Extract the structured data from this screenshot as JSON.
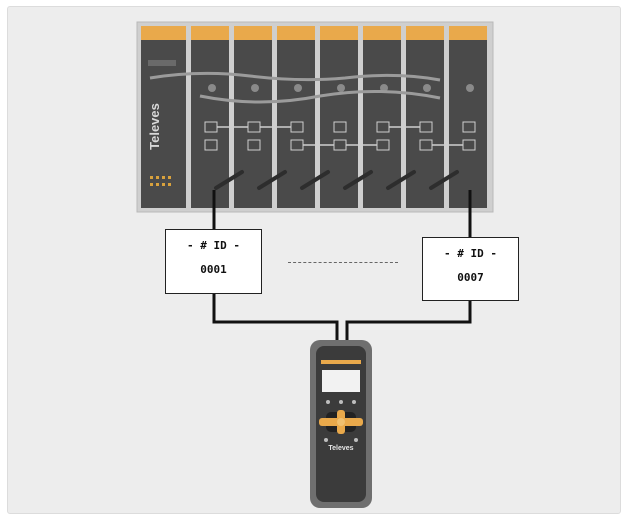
{
  "header_rack": {
    "brand_label": "Televes",
    "module_count": 8
  },
  "id_boxes": [
    {
      "label": "- # ID -",
      "value": "0001"
    },
    {
      "label": "- # ID -",
      "value": "0007"
    }
  ],
  "controller": {
    "brand_label": "Televes"
  },
  "colors": {
    "background": "#ededed",
    "module_body": "#4a4a4a",
    "module_cap": "#e9a94b",
    "rack_frame": "#bfbfbf",
    "wire": "#111111",
    "controller_body": "#6f6f6f",
    "controller_accent": "#e9a94b"
  }
}
